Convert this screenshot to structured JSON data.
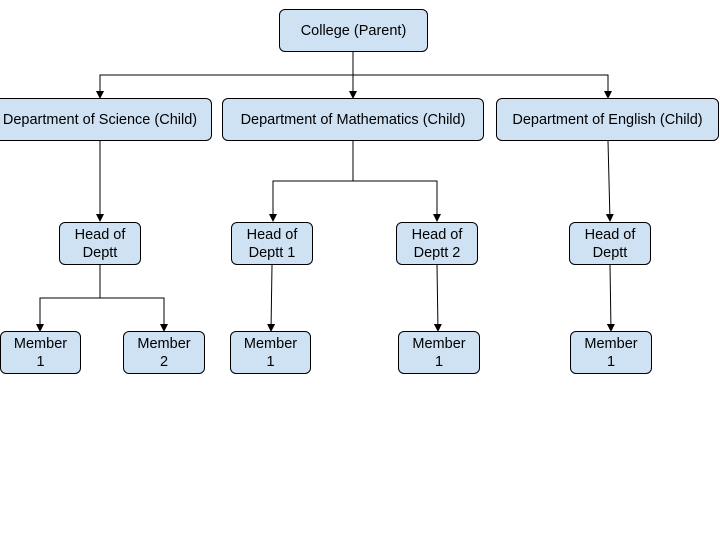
{
  "diagram": {
    "root": {
      "label": "College (Parent)"
    },
    "departments": [
      {
        "label": "Department of Science (Child)",
        "heads": [
          {
            "label_line1": "Head of",
            "label_line2": "Deptt",
            "members": [
              {
                "label_line1": "Member",
                "label_line2": "1"
              },
              {
                "label_line1": "Member",
                "label_line2": "2"
              }
            ]
          }
        ]
      },
      {
        "label": "Department of Mathematics (Child)",
        "heads": [
          {
            "label_line1": "Head of",
            "label_line2": "Deptt 1",
            "members": [
              {
                "label_line1": "Member",
                "label_line2": "1"
              }
            ]
          },
          {
            "label_line1": "Head of",
            "label_line2": "Deptt 2",
            "members": [
              {
                "label_line1": "Member",
                "label_line2": "1"
              }
            ]
          }
        ]
      },
      {
        "label": "Department of English (Child)",
        "heads": [
          {
            "label_line1": "Head of",
            "label_line2": "Deptt",
            "members": [
              {
                "label_line1": "Member",
                "label_line2": "1"
              }
            ]
          }
        ]
      }
    ],
    "colors": {
      "node_fill": "#cfe2f3",
      "stroke": "#000000"
    }
  }
}
